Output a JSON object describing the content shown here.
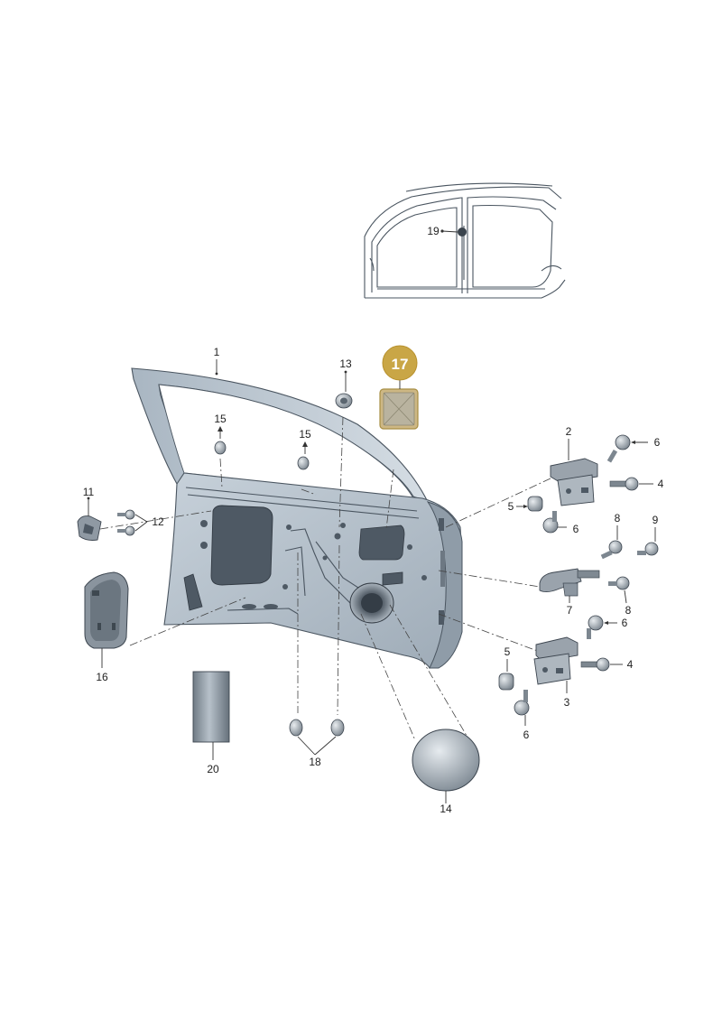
{
  "colors": {
    "door_panel": "#b8c4cf",
    "door_dark": "#5d6872",
    "hole": "#4e5964",
    "highlight": "#c9a646",
    "part_metal": "#9aa3ac",
    "label": "#222222"
  },
  "highlight_callout": "17",
  "callouts": [
    {
      "key": "c1",
      "text": "1"
    },
    {
      "key": "c2",
      "text": "2"
    },
    {
      "key": "c3",
      "text": "3"
    },
    {
      "key": "c4a",
      "text": "4"
    },
    {
      "key": "c4b",
      "text": "4"
    },
    {
      "key": "c5a",
      "text": "5"
    },
    {
      "key": "c5b",
      "text": "5"
    },
    {
      "key": "c6a",
      "text": "6"
    },
    {
      "key": "c6b",
      "text": "6"
    },
    {
      "key": "c6c",
      "text": "6"
    },
    {
      "key": "c6d",
      "text": "6"
    },
    {
      "key": "c7",
      "text": "7"
    },
    {
      "key": "c8a",
      "text": "8"
    },
    {
      "key": "c8b",
      "text": "8"
    },
    {
      "key": "c9",
      "text": "9"
    },
    {
      "key": "c11",
      "text": "11"
    },
    {
      "key": "c12",
      "text": "12"
    },
    {
      "key": "c13",
      "text": "13"
    },
    {
      "key": "c14",
      "text": "14"
    },
    {
      "key": "c15a",
      "text": "15"
    },
    {
      "key": "c15b",
      "text": "15"
    },
    {
      "key": "c16",
      "text": "16"
    },
    {
      "key": "c18",
      "text": "18"
    },
    {
      "key": "c19",
      "text": "19"
    },
    {
      "key": "c20",
      "text": "20"
    }
  ]
}
